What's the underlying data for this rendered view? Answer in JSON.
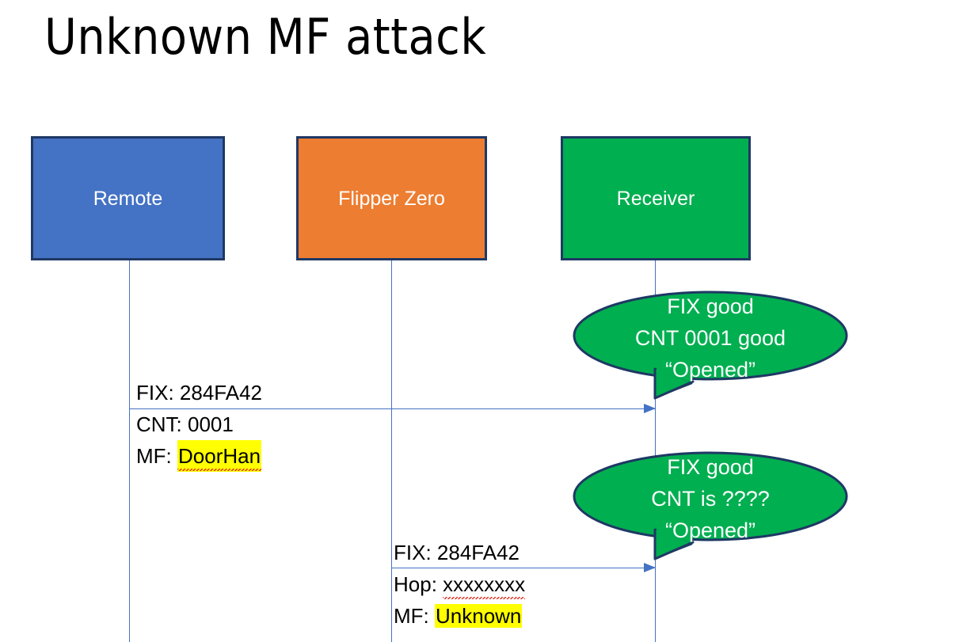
{
  "slide": {
    "title": "Unknown MF attack",
    "background": "#ffffff"
  },
  "colors": {
    "remote_fill": "#4472C4",
    "flipper_fill": "#ED7D31",
    "receiver_fill": "#00AF50",
    "box_border": "#1F3864",
    "lifeline": "#4472C4",
    "arrow": "#4472C4",
    "bubble_fill": "#00AF50",
    "bubble_border": "#1F3864",
    "highlight": "#FFFF00",
    "spellcheck_underline": "#E03020",
    "text": "#000000",
    "box_text": "#FFFFFF"
  },
  "actors": [
    {
      "id": "remote",
      "label": "Remote"
    },
    {
      "id": "flipper",
      "label": "Flipper Zero"
    },
    {
      "id": "receiver",
      "label": "Receiver"
    }
  ],
  "messages": [
    {
      "id": "msg-1",
      "from": "remote",
      "to": "receiver",
      "lines": [
        {
          "prefix": "FIX: ",
          "value": "284FA42",
          "highlight": false,
          "spellcheck_flag": false
        },
        {
          "prefix": "CNT: ",
          "value": "0001",
          "highlight": false,
          "spellcheck_flag": false
        },
        {
          "prefix": "MF: ",
          "value": "DoorHan",
          "highlight": true,
          "spellcheck_flag": true
        }
      ]
    },
    {
      "id": "msg-2",
      "from": "flipper",
      "to": "receiver",
      "lines": [
        {
          "prefix": "FIX: ",
          "value": "284FA42",
          "highlight": false,
          "spellcheck_flag": false
        },
        {
          "prefix": "Hop: ",
          "value": "xxxxxxxx",
          "highlight": false,
          "spellcheck_flag": true
        },
        {
          "prefix": "MF: ",
          "value": "Unknown",
          "highlight": true,
          "spellcheck_flag": false
        }
      ]
    }
  ],
  "callouts": [
    {
      "id": "callout-1",
      "target": "receiver",
      "lines": [
        "FIX good",
        "CNT 0001 good",
        "“Opened”"
      ]
    },
    {
      "id": "callout-2",
      "target": "receiver",
      "lines": [
        "FIX good",
        "CNT is ????",
        "“Opened”"
      ]
    }
  ]
}
